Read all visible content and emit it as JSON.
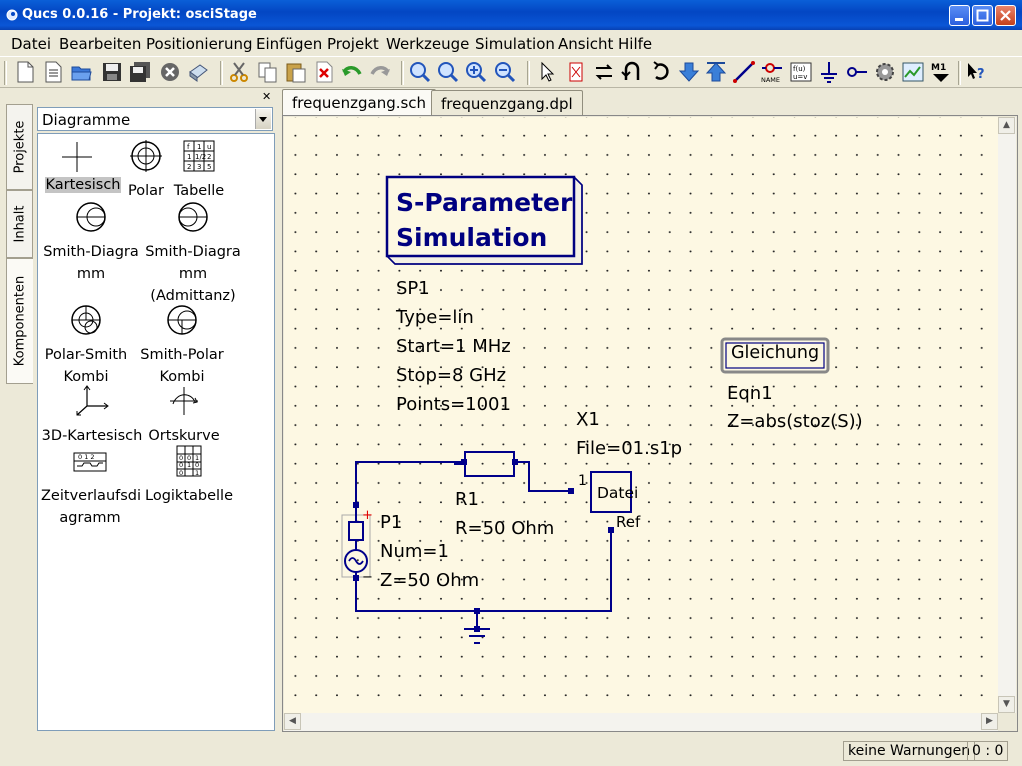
{
  "window": {
    "title": "Qucs 0.0.16 - Projekt: osciStage"
  },
  "menu": [
    {
      "label": "Datei"
    },
    {
      "label": "Bearbeiten"
    },
    {
      "label": "Positionierung"
    },
    {
      "label": "Einfügen"
    },
    {
      "label": "Projekt"
    },
    {
      "label": "Werkzeuge"
    },
    {
      "label": "Simulation"
    },
    {
      "label": "Ansicht"
    },
    {
      "label": "Hilfe"
    }
  ],
  "toolbar": {
    "icons": [
      "new-document",
      "new-text-document",
      "open-folder",
      "save",
      "save-all",
      "close-document",
      "print",
      "cut",
      "copy",
      "paste",
      "delete",
      "undo",
      "redo",
      "zoom-fit",
      "zoom-1-1",
      "zoom-in",
      "zoom-out",
      "select",
      "component-mirror-x",
      "rotate",
      "mirror-y",
      "go-into",
      "pop-out",
      "wire",
      "label",
      "equation",
      "ground",
      "port",
      "simulate",
      "view-data",
      "marker",
      "whats-this"
    ]
  },
  "dock": {
    "tabs": [
      "Projekte",
      "Inhalt",
      "Komponenten"
    ],
    "combo_value": "Diagramme",
    "components": [
      {
        "label": "Kartesisch",
        "label2": "",
        "label3": ""
      },
      {
        "label": "Polar",
        "label2": "",
        "label3": ""
      },
      {
        "label": "Tabelle",
        "label2": "",
        "label3": ""
      },
      {
        "label": "Smith-Diagra",
        "label2": "mm",
        "label3": ""
      },
      {
        "label": "Smith-Diagra",
        "label2": "mm",
        "label3": "(Admittanz)"
      },
      {
        "label": "Polar-Smith",
        "label2": "Kombi",
        "label3": ""
      },
      {
        "label": "Smith-Polar",
        "label2": "Kombi",
        "label3": ""
      },
      {
        "label": "3D-Kartesisch",
        "label2": "",
        "label3": ""
      },
      {
        "label": "Ortskurve",
        "label2": "",
        "label3": ""
      },
      {
        "label": "Zeitverlaufsdi",
        "label2": "agramm",
        "label3": ""
      },
      {
        "label": "Logiktabelle",
        "label2": "",
        "label3": ""
      }
    ],
    "table_icon_cells": [
      "f",
      "1",
      "u",
      "1",
      "1/2",
      "2",
      "2",
      "3",
      "5"
    ],
    "timing_icon_text": "0 1 2",
    "logic_icon_cells": [
      "0",
      "0",
      "1",
      "0",
      "1",
      "0",
      "0",
      "1"
    ]
  },
  "tabs": [
    {
      "label": "frequenzgang.sch",
      "active": true
    },
    {
      "label": "frequenzgang.dpl",
      "active": false
    }
  ],
  "schematic": {
    "sim_block": {
      "line1": "S-Parameter",
      "line2": "Simulation"
    },
    "sp": {
      "name": "SP1",
      "type": "Type=lin",
      "start": "Start=1 MHz",
      "stop": "Stop=8 GHz",
      "points": "Points=1001"
    },
    "equation": {
      "box": "Gleichung",
      "name": "Eqn1",
      "expr": "Z=abs(stoz(S))"
    },
    "file_component": {
      "name": "X1",
      "file": "File=01.s1p",
      "box": "Datei",
      "pin1": "1",
      "pin_ref": "Ref"
    },
    "resistor": {
      "name": "R1",
      "value": "R=50 Ohm"
    },
    "port": {
      "name": "P1",
      "num": "Num=1",
      "z": "Z=50 Ohm",
      "plus": "+",
      "minus": "−"
    }
  },
  "status": {
    "warnings": "keine Warnungen",
    "position": "0 : 0"
  },
  "colors": {
    "wire": "#00008b",
    "sim_title": "#000080",
    "canvas": "#fdf8e3",
    "title_bar": "#0a5fd8"
  }
}
